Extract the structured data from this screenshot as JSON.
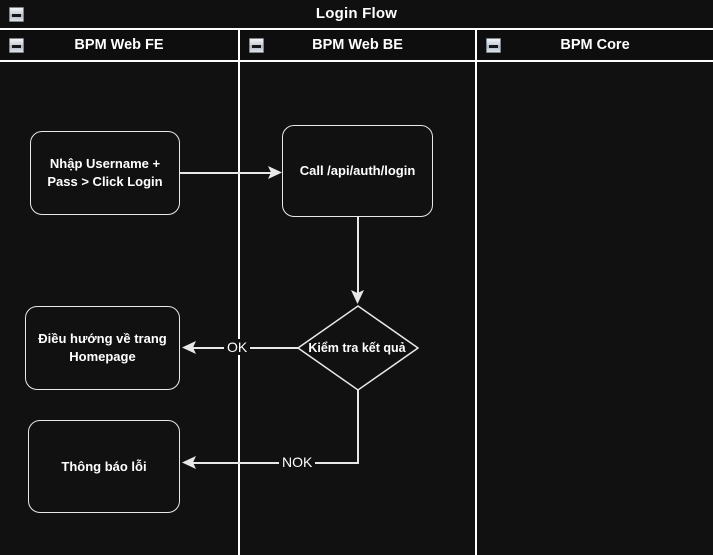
{
  "diagram": {
    "title": "Login Flow",
    "collapse_icon": "minus-box-icon",
    "lanes": [
      {
        "label": "BPM Web FE",
        "collapse_icon": "minus-box-icon"
      },
      {
        "label": "BPM Web BE",
        "collapse_icon": "minus-box-icon"
      },
      {
        "label": "BPM Core",
        "collapse_icon": "minus-box-icon"
      }
    ],
    "nodes": [
      {
        "id": "input-credentials",
        "lane": "BPM Web FE",
        "shape": "rounded-rect",
        "text": "Nhập Username +\nPass > Click Login"
      },
      {
        "id": "call-login-api",
        "lane": "BPM Web BE",
        "shape": "rounded-rect",
        "text": "Call /api/auth/login"
      },
      {
        "id": "check-result",
        "lane": "BPM Web BE",
        "shape": "diamond",
        "text": "Kiểm tra kết quả"
      },
      {
        "id": "redirect-homepage",
        "lane": "BPM Web FE",
        "shape": "rounded-rect",
        "text": "Điều hướng về trang\nHomepage"
      },
      {
        "id": "show-error",
        "lane": "BPM Web FE",
        "shape": "rounded-rect",
        "text": "Thông báo lỗi"
      }
    ],
    "edges": [
      {
        "id": "edge-input-to-call",
        "from": "input-credentials",
        "to": "call-login-api",
        "label": ""
      },
      {
        "id": "edge-call-to-check",
        "from": "call-login-api",
        "to": "check-result",
        "label": ""
      },
      {
        "id": "edge-check-ok",
        "from": "check-result",
        "to": "redirect-homepage",
        "label": "OK"
      },
      {
        "id": "edge-check-nok",
        "from": "check-result",
        "to": "show-error",
        "label": "NOK"
      }
    ],
    "colors": {
      "background": "#111111",
      "stroke": "#e8e8e8",
      "lane_border": "#ffffff",
      "text": "#ffffff"
    }
  }
}
